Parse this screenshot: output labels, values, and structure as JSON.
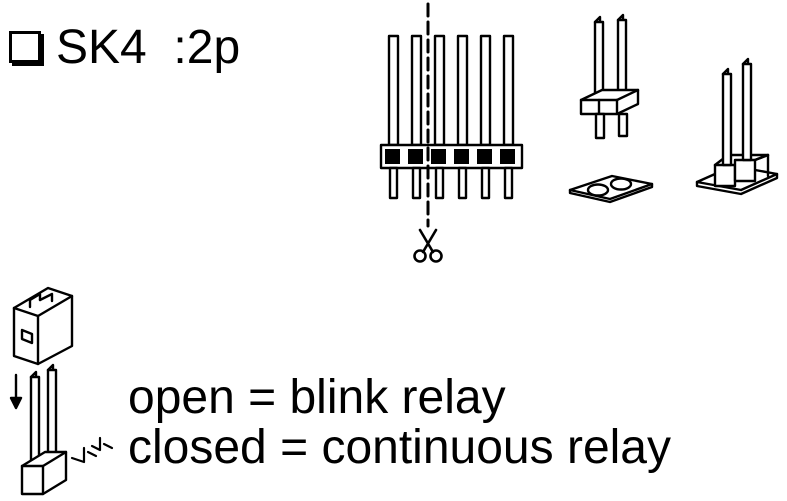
{
  "heading": {
    "checkbox_icon": "checkbox-icon",
    "label": "SK4",
    "separator": ":",
    "value": "2p"
  },
  "legend": {
    "line1": "open = blink relay",
    "line2": "closed = continuous relay"
  },
  "icons": [
    "pin-header-6-icon",
    "cut-line",
    "scissors-icon",
    "pin-header-2-icon",
    "pcb-pad-icon",
    "mounted-header-icon",
    "jumper-cap-icon",
    "insert-arrow-icon",
    "jumper-pins-icon",
    "ground-symbol-icon"
  ],
  "colors": {
    "ink": "#000000",
    "background": "#ffffff"
  }
}
